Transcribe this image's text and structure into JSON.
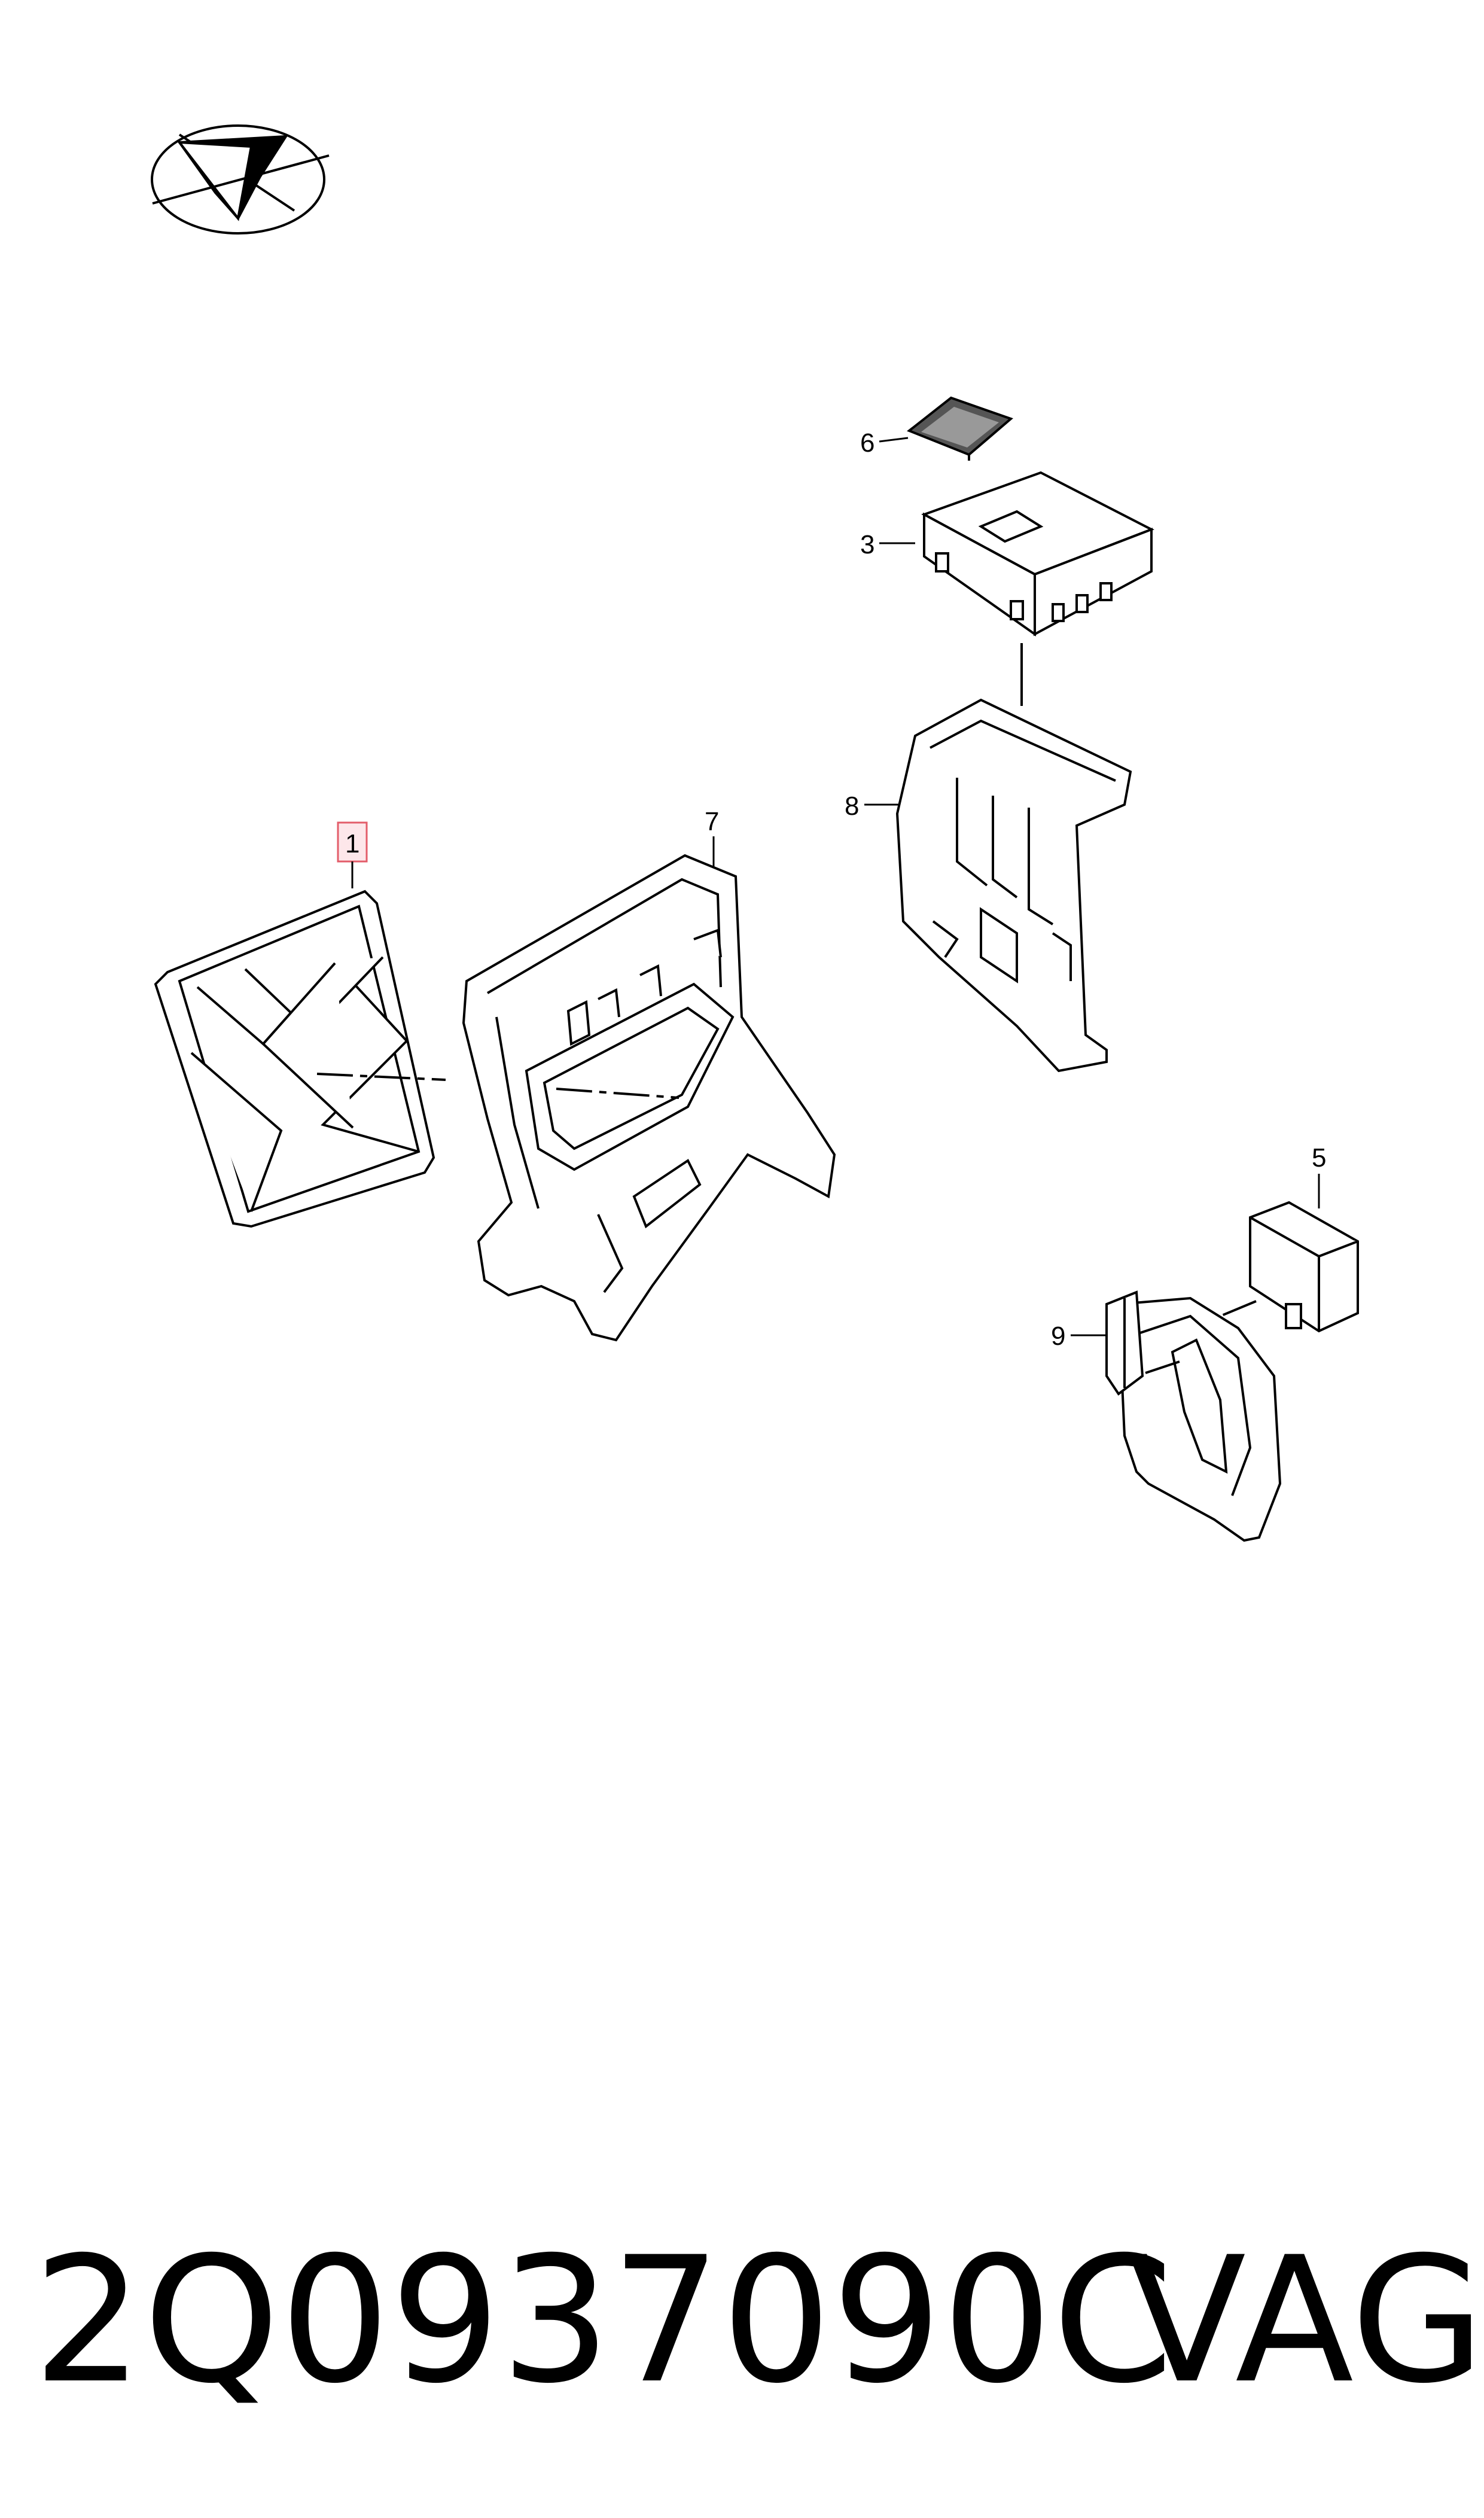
{
  "callouts": [
    {
      "id": "1",
      "label": "1"
    },
    {
      "id": "3",
      "label": "3"
    },
    {
      "id": "5",
      "label": "5"
    },
    {
      "id": "6",
      "label": "6"
    },
    {
      "id": "7",
      "label": "7"
    },
    {
      "id": "8",
      "label": "8"
    },
    {
      "id": "9",
      "label": "9"
    }
  ],
  "highlight_color": "#e35d6a",
  "footer": {
    "part_number": "2Q0937090C",
    "brand": "VAG"
  }
}
